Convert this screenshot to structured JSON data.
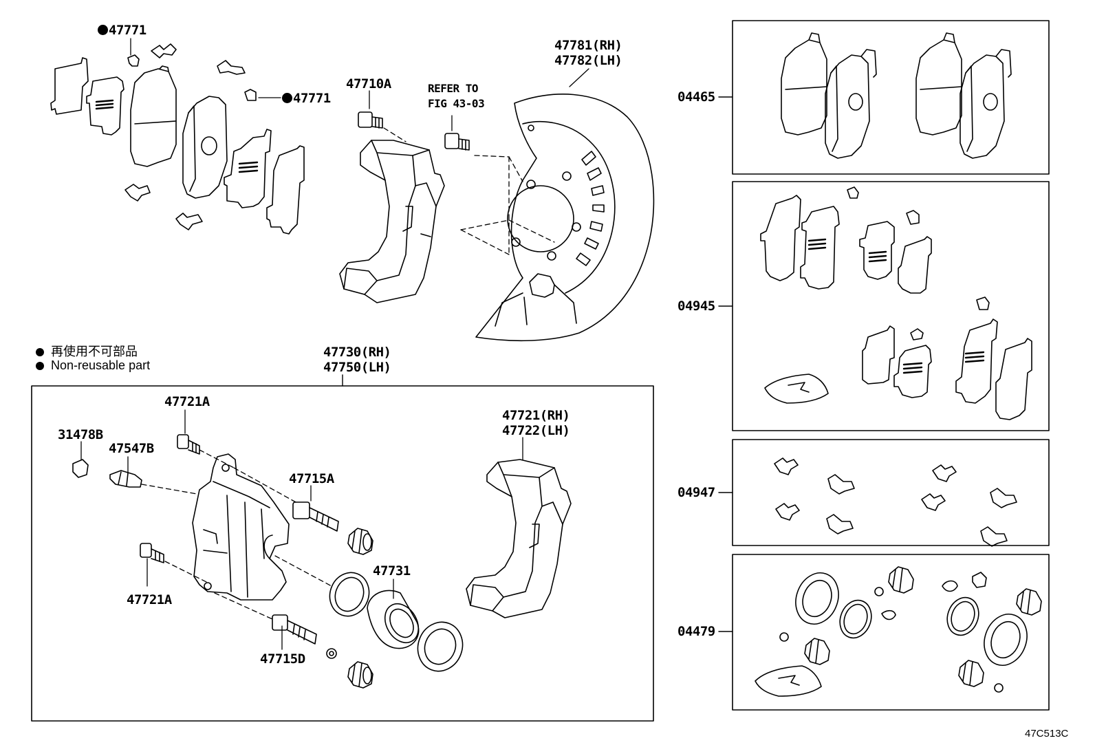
{
  "legend": {
    "jp": "再使用不可部品",
    "en": "Non-reusable part"
  },
  "labels": {
    "p47771_a": "47771",
    "p47771_b": "47771",
    "p47710A": "47710A",
    "refer_line1": "REFER TO",
    "refer_line2": "FIG 43-03",
    "p47781": "47781(RH)",
    "p47782": "47782(LH)",
    "p47730": "47730(RH)",
    "p47750": "47750(LH)",
    "p47721A_top": "47721A",
    "p31478B": "31478B",
    "p47547B": "47547B",
    "p47715A": "47715A",
    "p47721": "47721(RH)",
    "p47722": "47722(LH)",
    "p47731": "47731",
    "p47721A_bottom": "47721A",
    "p47715D": "47715D"
  },
  "kits": {
    "k04465": "04465",
    "k04945": "04945",
    "k04947": "04947",
    "k04479": "04479"
  },
  "figure_code": "47C513C"
}
